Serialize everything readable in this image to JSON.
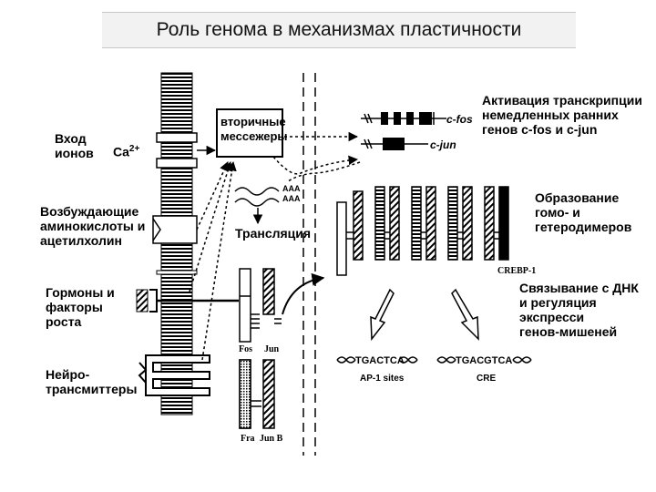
{
  "title": "Роль генома в механизмах пластичности",
  "labels": {
    "ion_entry": [
      "Вход",
      "ионов"
    ],
    "ca": "Ca",
    "ca_sup": "2+",
    "excitatory": [
      "Возбуждающие",
      "аминокислоты и",
      "ацетилхолин"
    ],
    "hormones": [
      "Гормоны и",
      "факторы",
      "роста"
    ],
    "neuro": [
      "Нейро-",
      "трансмиттеры"
    ],
    "messengers": [
      "вторичные",
      "мессежеры"
    ],
    "translation": "Трансляция",
    "aaa1": "AAA",
    "aaa2": "AAA",
    "activation": [
      "Активация транскрипции",
      "немедленных ранних",
      "генов c-fos и c-jun"
    ],
    "cfos": "c-fos",
    "cjun": "c-jun",
    "dimers": [
      "Образование",
      "гомо- и",
      "гетеродимеров"
    ],
    "crebp": "CREBP-1",
    "binding": [
      "Связывание с ДНК",
      "и регуляция",
      "экспресси",
      "генов-мишеней"
    ],
    "fos": "Fos",
    "jun": "Jun",
    "fra": "Fra",
    "junb": "Jun B",
    "tgactca": "TGACTCA",
    "tgacgtca": "TGACGTCA",
    "ap1": "AP-1 sites",
    "cre": "CRE"
  }
}
